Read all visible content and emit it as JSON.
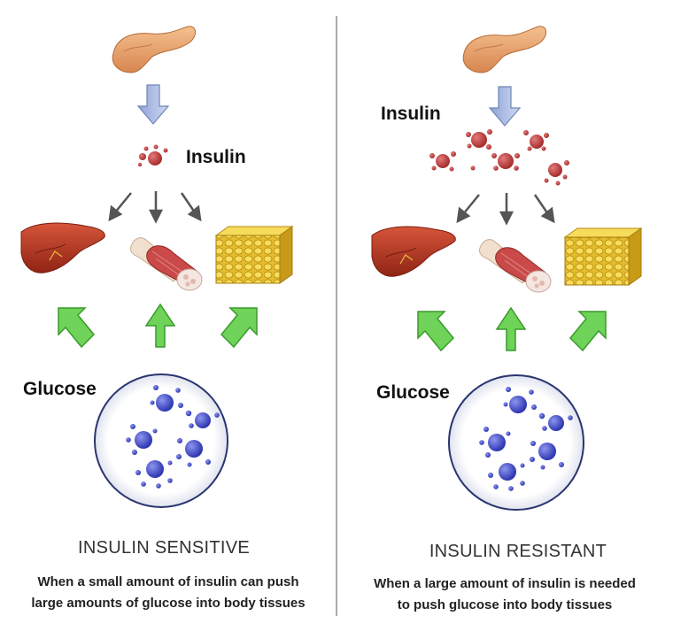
{
  "left": {
    "insulin_label": "Insulin",
    "glucose_label": "Glucose",
    "title": "INSULIN SENSITIVE",
    "desc_line1": "When a small amount of insulin can push",
    "desc_line2": "large amounts of glucose into body tissues"
  },
  "right": {
    "insulin_label": "Insulin",
    "glucose_label": "Glucose",
    "title": "INSULIN RESISTANT",
    "desc_line1": "When a large amount of insulin is needed",
    "desc_line2": "to push glucose into body tissues"
  },
  "colors": {
    "pancreas": "#e8a572",
    "insulin": "#b83a3a",
    "insulin_arrow": "#b8c8e8",
    "gray_arrow": "#555555",
    "green_arrow": "#6fd35a",
    "liver": "#b8361f",
    "fat": "#e6c231",
    "glucose": "#3d47c6",
    "circle_border": "#2b3570"
  }
}
